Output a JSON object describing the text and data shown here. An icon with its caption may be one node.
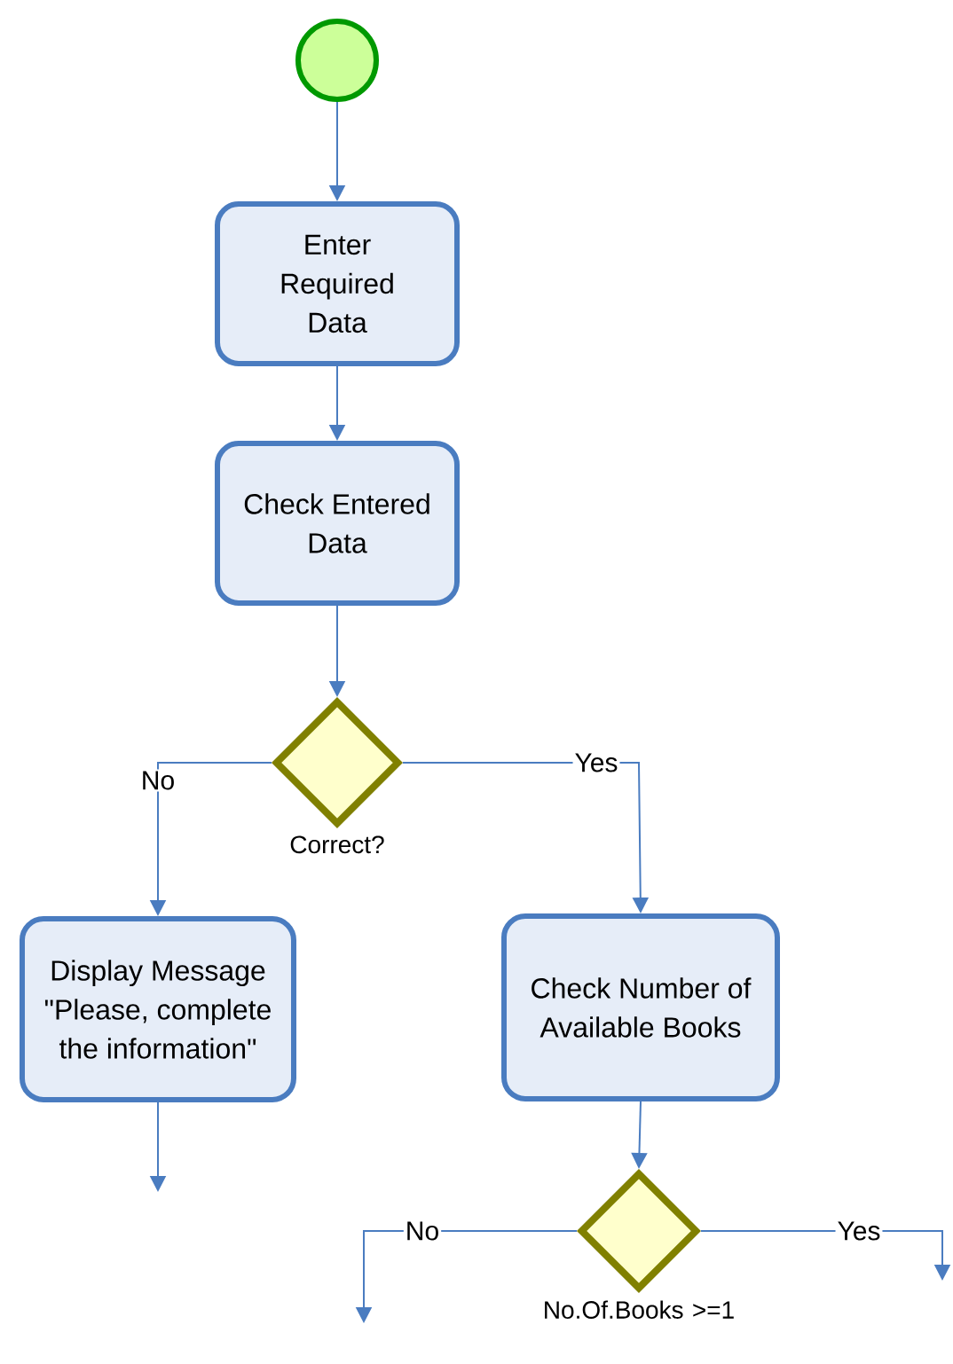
{
  "diagram": {
    "nodes": [
      {
        "text": [],
        "shape": "circle"
      },
      {
        "text": [
          "Enter Required Data"
        ]
      },
      {
        "text": [
          "Check Entered Data"
        ]
      },
      {
        "text": [
          "Correct?"
        ]
      },
      {
        "text": [
          "Display Message \"Please, complete the information\""
        ]
      },
      {
        "text": [
          "Check Number of Available Books"
        ]
      },
      {
        "text": [
          "No.Of.Books >=1"
        ]
      }
    ],
    "edges": [
      {
        "from": 0,
        "to": 1,
        "arrow": "to"
      },
      {
        "from": 1,
        "to": 2,
        "arrow": "to"
      },
      {
        "from": 2,
        "to": 3,
        "arrow": "to"
      },
      {
        "from": 3,
        "to": 4,
        "arrow": "to",
        "label": "No"
      },
      {
        "from": 3,
        "to": 5,
        "arrow": "to",
        "label": "Yes"
      },
      {
        "from": 5,
        "to": 6,
        "arrow": "to"
      },
      {
        "from": 4,
        "to": null,
        "arrow": "to"
      },
      {
        "from": 6,
        "to": null,
        "arrow": "to",
        "label": "No"
      },
      {
        "from": 6,
        "to": null,
        "arrow": "to",
        "label": "Yes"
      }
    ]
  }
}
